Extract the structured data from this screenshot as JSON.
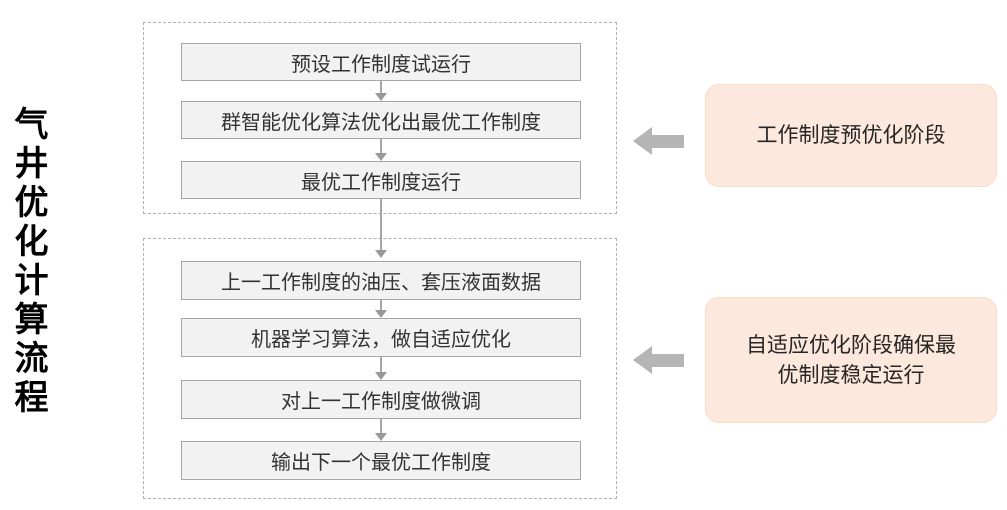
{
  "title": "气井优化计算流程",
  "stage1": {
    "steps": [
      "预设工作制度试运行",
      "群智能优化算法优化出最优工作制度",
      "最优工作制度运行"
    ],
    "callout": "工作制度预优化阶段"
  },
  "stage2": {
    "steps": [
      "上一工作制度的油压、套压液面数据",
      "机器学习算法，做自适应优化",
      "对上一工作制度做微调",
      "输出下一个最优工作制度"
    ],
    "callout_lines": [
      "自适应优化阶段确保最",
      "优制度稳定运行"
    ]
  },
  "colors": {
    "box_fill": "#f2f2f2",
    "box_border": "#a6a6a6",
    "container_border": "#b0b0b0",
    "arrow_gray": "#b5b5b5",
    "callout_fill": "#fce8dc",
    "text": "#333333",
    "title_text": "#000000"
  }
}
